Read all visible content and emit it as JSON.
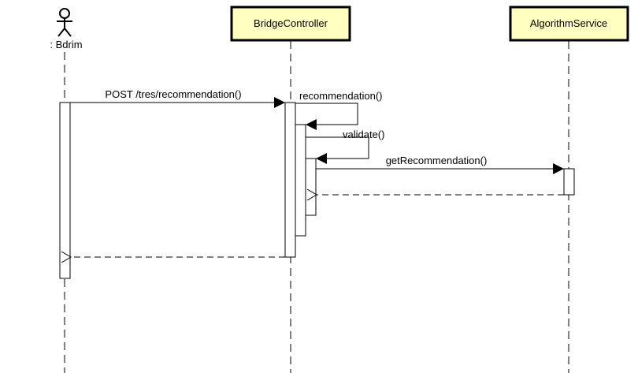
{
  "diagram": {
    "actor": {
      "label": ": Bdrim"
    },
    "participants": [
      {
        "id": "bridge",
        "label": "BridgeController"
      },
      {
        "id": "algo",
        "label": "AlgorithmService"
      }
    ],
    "messages": [
      {
        "id": "post",
        "label": "POST /tres/recommendation()",
        "from": "actor",
        "to": "bridge",
        "kind": "sync"
      },
      {
        "id": "recommendation",
        "label": "recommendation()",
        "from": "bridge",
        "to": "bridge",
        "kind": "self"
      },
      {
        "id": "validate",
        "label": "validate()",
        "from": "bridge",
        "to": "bridge",
        "kind": "self"
      },
      {
        "id": "getRecommendation",
        "label": "getRecommendation()",
        "from": "bridge",
        "to": "algo",
        "kind": "sync"
      },
      {
        "id": "return-algo",
        "label": "",
        "from": "algo",
        "to": "bridge",
        "kind": "return"
      },
      {
        "id": "return-actor",
        "label": "",
        "from": "bridge",
        "to": "actor",
        "kind": "return"
      }
    ],
    "colors": {
      "participant_fill": "#ffffc0",
      "line": "#000000",
      "activation_fill": "#ffffff"
    }
  }
}
